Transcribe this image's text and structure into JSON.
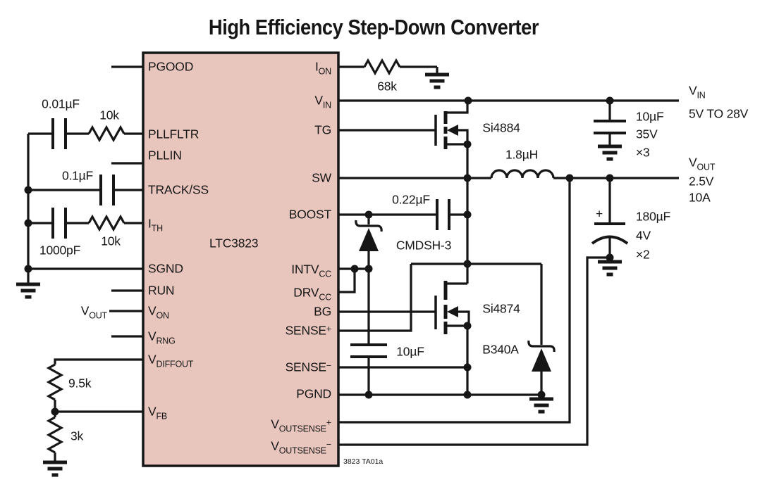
{
  "title": "High Efficiency Step-Down Converter",
  "colors": {
    "chip_fill": "#e9c6bd",
    "ink": "#161616"
  },
  "chip": {
    "name": "LTC3823",
    "left_pins": [
      {
        "label": "PGOOD"
      },
      {
        "label": "PLLFLTR"
      },
      {
        "label": "PLLIN"
      },
      {
        "label": "TRACK/SS"
      },
      {
        "main": "I",
        "sub": "TH"
      },
      {
        "label": "SGND"
      },
      {
        "label": "RUN"
      },
      {
        "main": "V",
        "sub": "ON"
      },
      {
        "main": "V",
        "sub": "RNG"
      },
      {
        "main": "V",
        "sub": "DIFFOUT"
      },
      {
        "main": "V",
        "sub": "FB"
      }
    ],
    "right_pins": [
      {
        "main": "I",
        "sub": "ON"
      },
      {
        "main": "V",
        "sub": "IN"
      },
      {
        "label": "TG"
      },
      {
        "label": "SW"
      },
      {
        "label": "BOOST"
      },
      {
        "main": "INTV",
        "sub": "CC"
      },
      {
        "main": "DRV",
        "sub": "CC"
      },
      {
        "label": "BG"
      },
      {
        "main": "SENSE",
        "sup": "+"
      },
      {
        "main": "SENSE",
        "sup": "−"
      },
      {
        "label": "PGND"
      },
      {
        "main": "V",
        "sub": "OUTSENSE",
        "sup": "+"
      },
      {
        "main": "V",
        "sub": "OUTSENSE",
        "sup": "−"
      }
    ]
  },
  "labels": {
    "c001": "0.01µF",
    "r10a": "10k",
    "c01": "0.1µF",
    "c1000": "1000pF",
    "r10b": "10k",
    "r95": "9.5k",
    "r3": "3k",
    "vleft_main": "V",
    "vleft_sub": "OUT",
    "r68": "68k",
    "q1": "Si4884",
    "l1": "1.8µH",
    "c022": "0.22µF",
    "d1": "CMDSH-3",
    "c10": "10µF",
    "q2": "Si4874",
    "d2": "B340A",
    "cin1": "10µF",
    "cin2": "35V",
    "cin3": "×3",
    "cout_plus": "+",
    "cout1": "180µF",
    "cout2": "4V",
    "cout3": "×2"
  },
  "rails": {
    "vin": {
      "main": "V",
      "sub": "IN",
      "spec": "5V TO 28V"
    },
    "vout": {
      "main": "V",
      "sub": "OUT",
      "spec1": "2.5V",
      "spec2": "10A"
    }
  },
  "note": "3823 TA01a"
}
